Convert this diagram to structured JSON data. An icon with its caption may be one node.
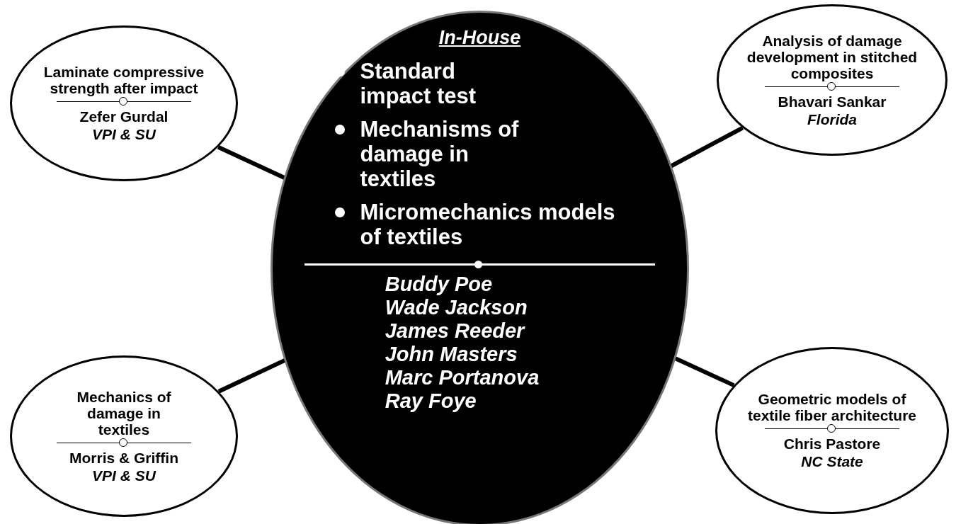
{
  "diagram": {
    "nodes": [
      {
        "text": [
          "In-House",
          "Standard impact test",
          "Mechanisms of damage in textiles",
          "Micromechanics models of textiles",
          "Buddy Poe",
          "Wade Jackson",
          "James Reeder",
          "John Masters",
          "Marc Portanova",
          "Ray Foye"
        ]
      },
      {
        "text": [
          "Laminate compressive strength after impact",
          "Zefer Gurdal",
          "VPI & SU"
        ]
      },
      {
        "text": [
          "Analysis of damage development in stitched composites",
          "Bhavari Sankar",
          "Florida"
        ]
      },
      {
        "text": [
          "Mechanics of damage in textiles",
          "Morris & Griffin",
          "VPI & SU"
        ]
      },
      {
        "text": [
          "Geometric models of textile fiber architecture",
          "Chris Pastore",
          "NC State"
        ]
      }
    ],
    "edges": [
      {
        "from": 0,
        "to": 1,
        "arrow": "none"
      },
      {
        "from": 0,
        "to": 2,
        "arrow": "none"
      },
      {
        "from": 0,
        "to": 3,
        "arrow": "none"
      },
      {
        "from": 0,
        "to": 4,
        "arrow": "none"
      }
    ]
  }
}
